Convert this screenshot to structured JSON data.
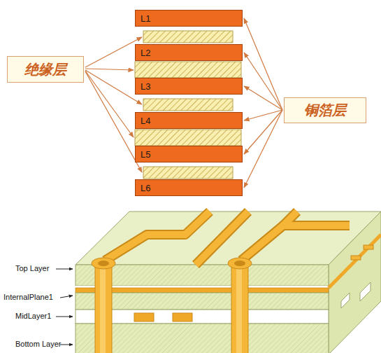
{
  "diagram": {
    "nodes": [
      {
        "text": [
          "L1"
        ]
      },
      {
        "text": [
          "L2"
        ]
      },
      {
        "text": [
          "L3"
        ]
      },
      {
        "text": [
          "L4"
        ]
      },
      {
        "text": [
          "L5"
        ]
      },
      {
        "text": [
          "L6"
        ]
      },
      {
        "text": [
          "绝缘层"
        ]
      },
      {
        "text": [
          "铜箔层"
        ]
      }
    ],
    "edges": [
      {
        "from": 7,
        "to": 0,
        "arrow": "to"
      },
      {
        "from": 7,
        "to": 1,
        "arrow": "to"
      },
      {
        "from": 7,
        "to": 2,
        "arrow": "to"
      },
      {
        "from": 7,
        "to": 3,
        "arrow": "to"
      },
      {
        "from": 7,
        "to": 4,
        "arrow": "to"
      },
      {
        "from": 7,
        "to": 5,
        "arrow": "to"
      }
    ],
    "labels": [
      "Top Layer",
      "InternalPlane1",
      "MidLayer1",
      "Bottom Layer"
    ]
  }
}
